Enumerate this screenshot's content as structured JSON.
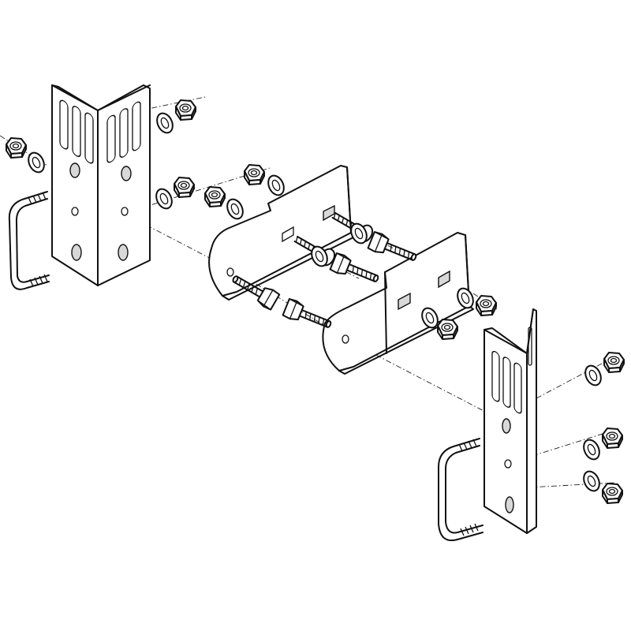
{
  "diagram": {
    "style": "black-and-white exploded isometric line drawing",
    "stroke_color": "#111111",
    "background": "#ffffff",
    "parts": [
      {
        "kind": "angle-bracket",
        "side": "left"
      },
      {
        "kind": "angle-bracket",
        "side": "right"
      },
      {
        "kind": "u-bolt",
        "side": "left"
      },
      {
        "kind": "u-bolt",
        "side": "right"
      },
      {
        "kind": "slotted-plate",
        "position": "upper"
      },
      {
        "kind": "slotted-plate",
        "position": "lower"
      },
      {
        "kind": "carriage-bolt",
        "count": 2
      },
      {
        "kind": "hex-bolt",
        "count": 4
      },
      {
        "kind": "hex-nut",
        "count": 12
      },
      {
        "kind": "washer",
        "count": 13
      }
    ]
  }
}
